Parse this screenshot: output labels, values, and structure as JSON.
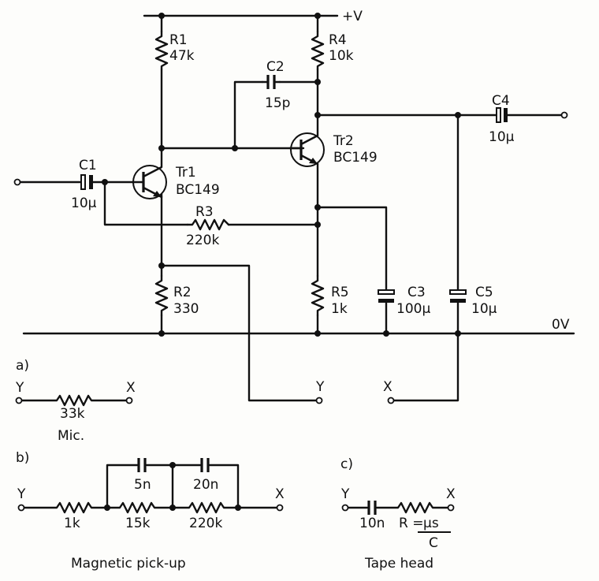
{
  "rails": {
    "supply": "+V",
    "ground": "0V"
  },
  "components": {
    "r1": {
      "name": "R1",
      "value": "47k"
    },
    "r2": {
      "name": "R2",
      "value": "330"
    },
    "r3": {
      "name": "R3",
      "value": "220k"
    },
    "r4": {
      "name": "R4",
      "value": "10k"
    },
    "r5": {
      "name": "R5",
      "value": "1k"
    },
    "c1": {
      "name": "C1",
      "value": "10µ"
    },
    "c2": {
      "name": "C2",
      "value": "15p"
    },
    "c3": {
      "name": "C3",
      "value": "100µ"
    },
    "c4": {
      "name": "C4",
      "value": "10µ"
    },
    "c5": {
      "name": "C5",
      "value": "10µ"
    },
    "tr1": {
      "name": "Tr1",
      "type": "BC149"
    },
    "tr2": {
      "name": "Tr2",
      "type": "BC149"
    }
  },
  "nodes": {
    "y": "Y",
    "x": "X"
  },
  "variants": {
    "a": {
      "tag": "a)",
      "y": "Y",
      "x": "X",
      "resistor": "33k",
      "caption": "Mic."
    },
    "b": {
      "tag": "b)",
      "y": "Y",
      "x": "X",
      "r1": "1k",
      "r2": "15k",
      "r3": "220k",
      "c1": "5n",
      "c2": "20n",
      "caption": "Magnetic pick-up"
    },
    "c": {
      "tag": "c)",
      "y": "Y",
      "x": "X",
      "capacitor": "10n",
      "formula_top": "R =",
      "formula_num": "µs",
      "formula_den": "C",
      "caption": "Tape head"
    }
  }
}
